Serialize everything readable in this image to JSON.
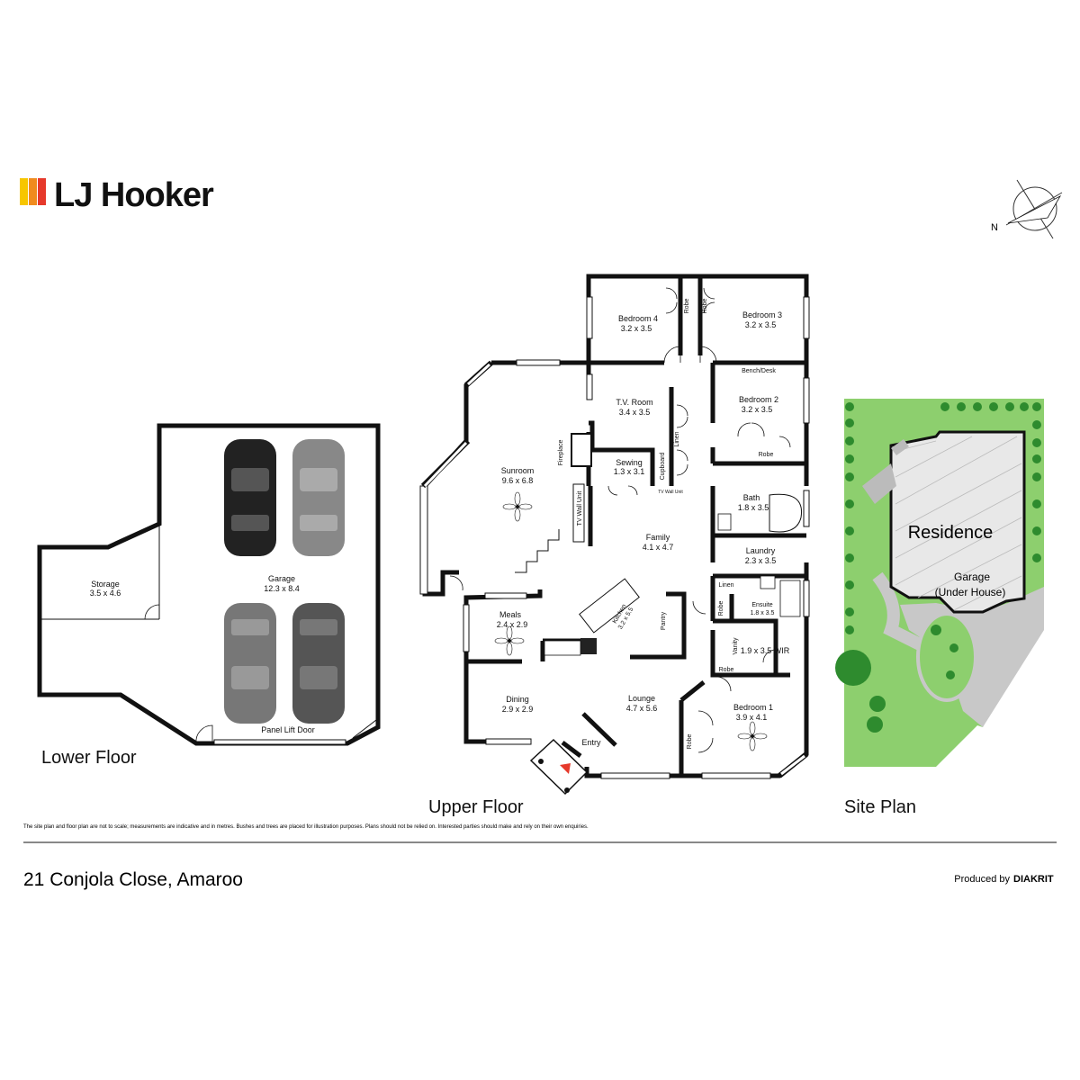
{
  "brand": {
    "name": "LJ Hooker",
    "colors": {
      "yellow": "#f7c600",
      "orange": "#f08b1e",
      "red": "#e6392b"
    }
  },
  "compass": {
    "label": "N"
  },
  "lower_floor": {
    "title": "Lower Floor",
    "rooms": [
      {
        "name": "Storage",
        "dims": "3.5 x 4.6"
      },
      {
        "name": "Garage",
        "dims": "12.3 x 8.4"
      }
    ],
    "door_label": "Panel Lift Door"
  },
  "upper_floor": {
    "title": "Upper Floor",
    "rooms": [
      {
        "name": "Bedroom 4",
        "dims": "3.2 x 3.5"
      },
      {
        "name": "Bedroom 3",
        "dims": "3.2 x 3.5"
      },
      {
        "name": "T.V. Room",
        "dims": "3.4 x 3.5"
      },
      {
        "name": "Bedroom 2",
        "dims": "3.2 x 3.5"
      },
      {
        "name": "Sunroom",
        "dims": "9.6 x 6.8"
      },
      {
        "name": "Sewing",
        "dims": "1.3 x 3.1"
      },
      {
        "name": "Bath",
        "dims": "1.8 x 3.5"
      },
      {
        "name": "Family",
        "dims": "4.1 x 4.7"
      },
      {
        "name": "Laundry",
        "dims": "2.3 x 3.5"
      },
      {
        "name": "Meals",
        "dims": "2.4 x 2.9"
      },
      {
        "name": "Kitchen",
        "dims": "3.2 x 5.5"
      },
      {
        "name": "Ensuite",
        "dims": "1.8 x 3.5"
      },
      {
        "name": "Dining",
        "dims": "2.9 x 2.9"
      },
      {
        "name": "Lounge",
        "dims": "4.7 x 5.6"
      },
      {
        "name": "Bedroom 1",
        "dims": "3.9 x 4.1"
      }
    ],
    "labels": {
      "robe": "Robe",
      "bench_desk": "Bench/Desk",
      "linen": "Linen",
      "cupboard": "Cupboard",
      "fireplace": "Fireplace",
      "tv_wall_unit": "TV Wall Unit",
      "tv_wall_unit_small": "TV Wall Unit",
      "pantry": "Pantry",
      "vanity": "Vanity",
      "wir": "1.9 x 3.5 WIR",
      "entry": "Entry"
    }
  },
  "site_plan": {
    "title": "Site Plan",
    "residence": "Residence",
    "garage_line1": "Garage",
    "garage_line2": "(Under House)",
    "colors": {
      "lawn": "#8dcf6e",
      "trees": "#2e8b2e",
      "driveway": "#c8c8c8"
    }
  },
  "disclaimer": "The site plan and floor plan are not to scale; measurements are indicative and in metres. Bushes and trees are placed for illustration purposes. Plans should not be relied on. Interested parties should make and rely on their own enquiries.",
  "address": "21 Conjola Close, Amaroo",
  "credit": {
    "prefix": "Produced by",
    "brand": "DIAKRIT"
  }
}
